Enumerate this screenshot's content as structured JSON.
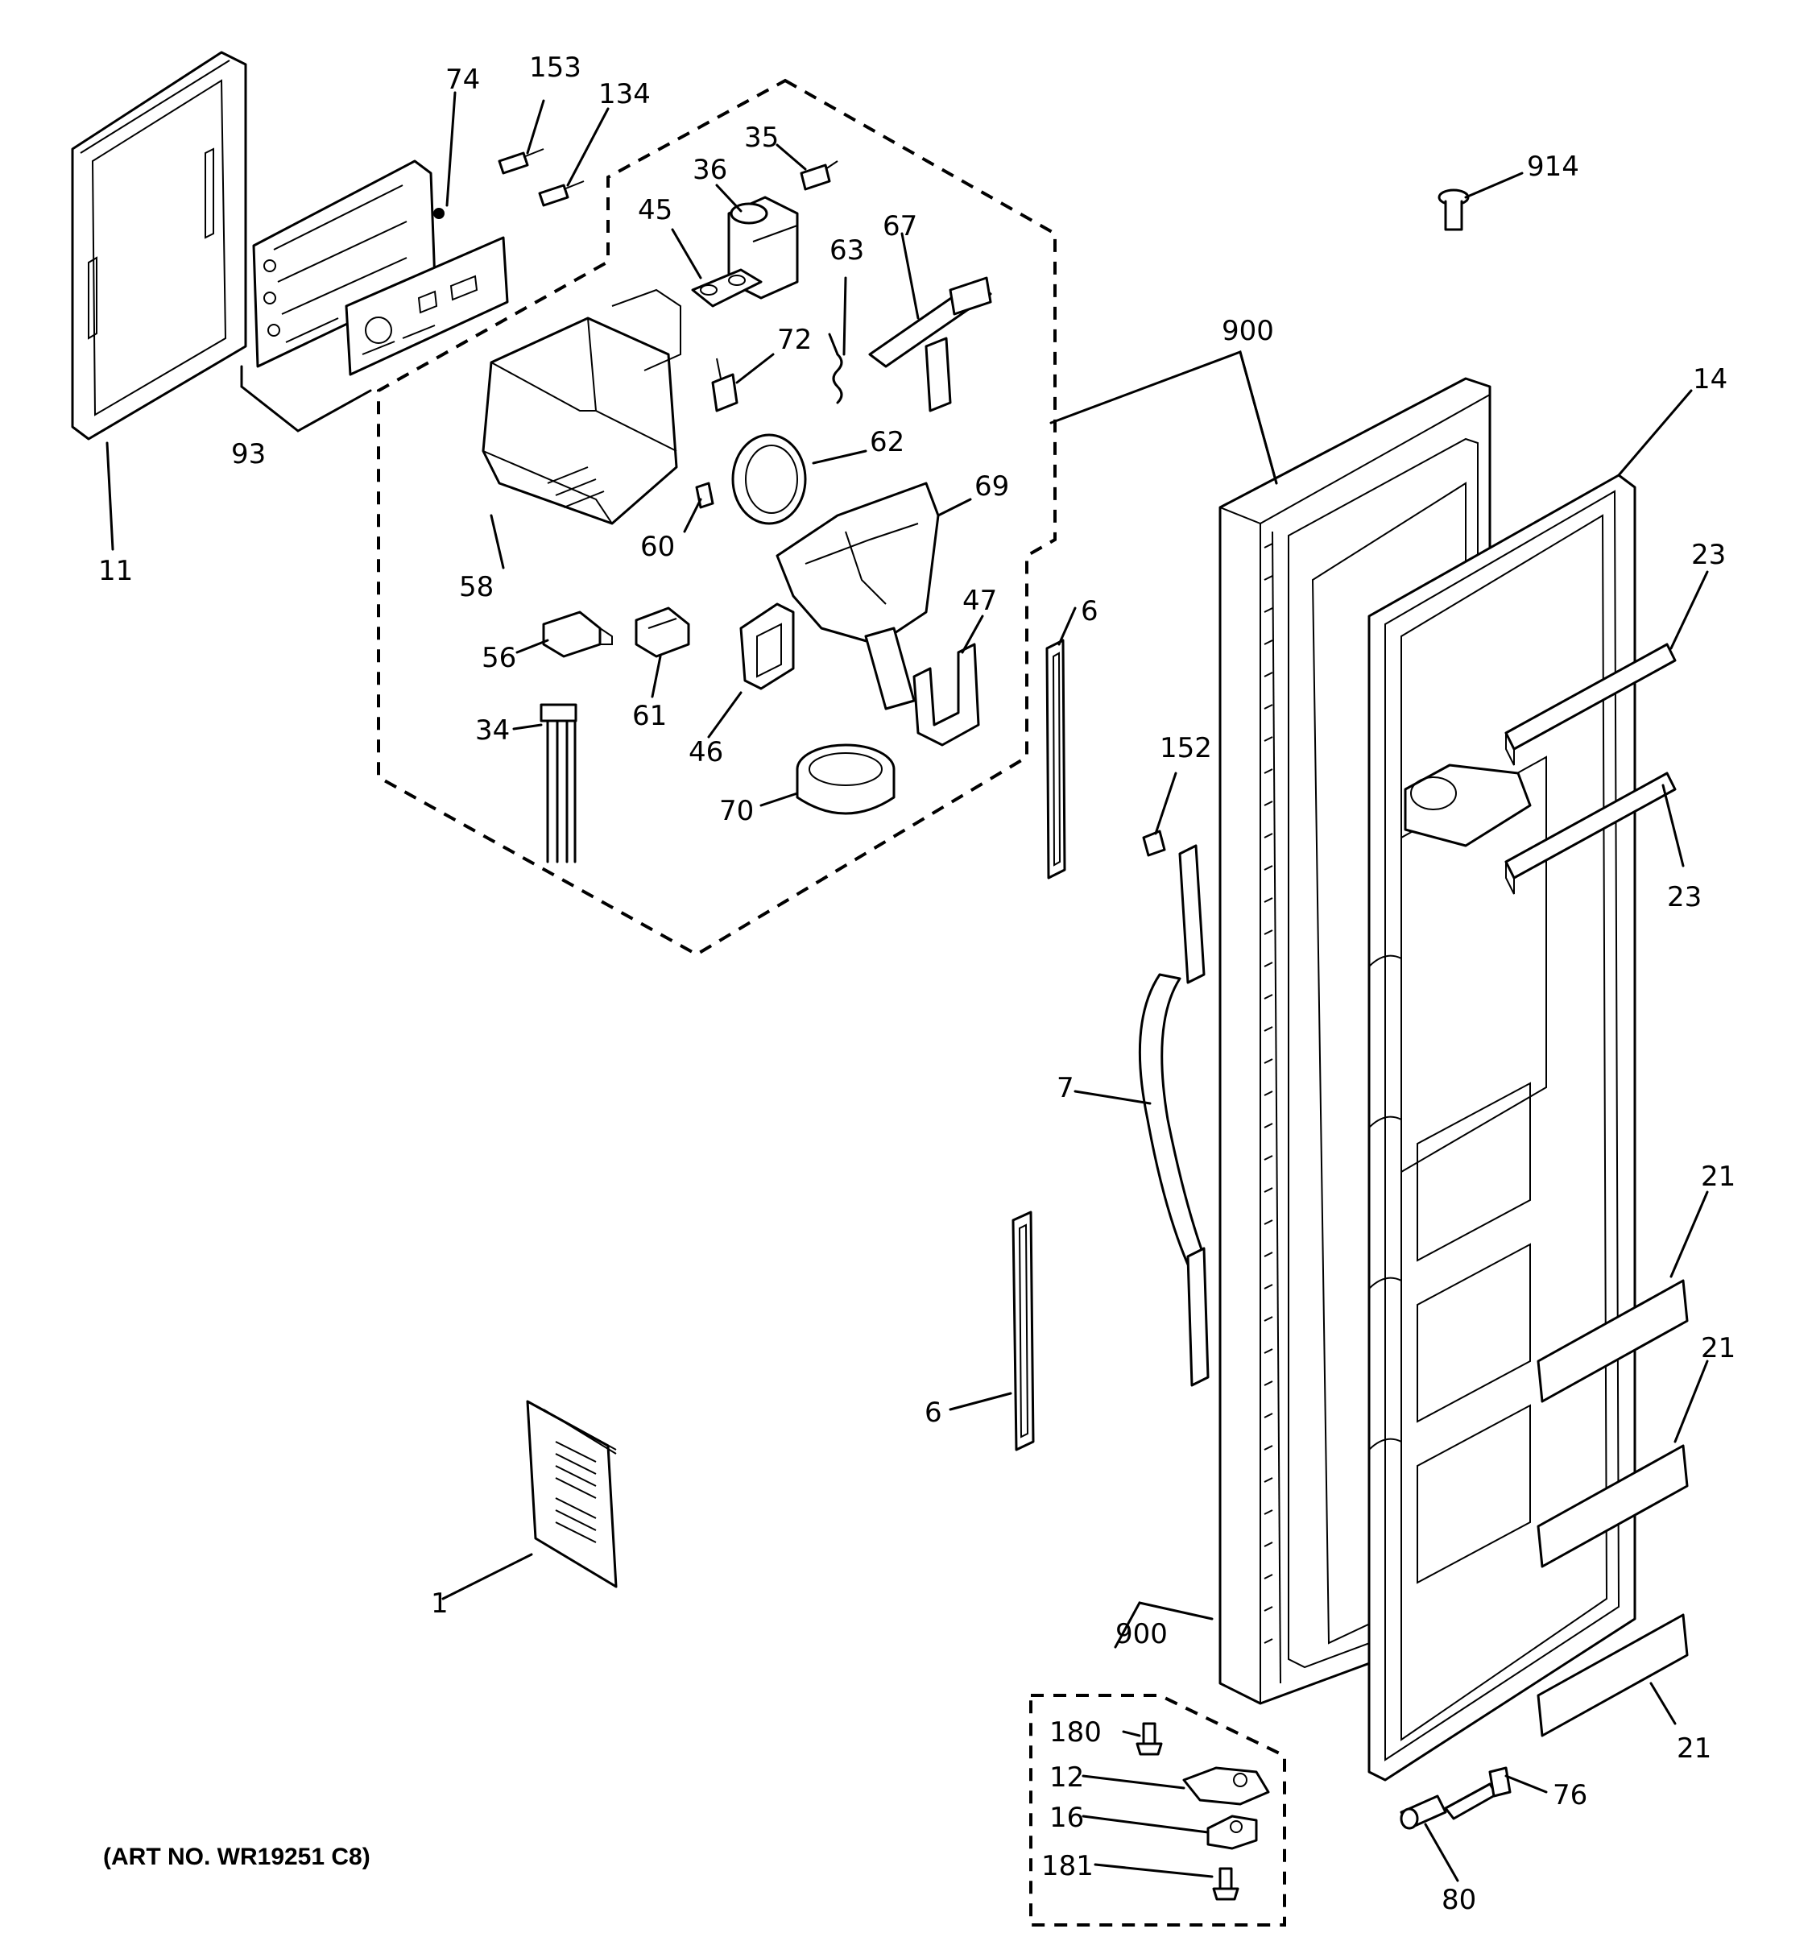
{
  "art_number": "(ART NO. WR19251 C8)",
  "callouts": {
    "p11": "11",
    "p93": "93",
    "p74": "74",
    "p153": "153",
    "p134": "134",
    "p35": "35",
    "p36": "36",
    "p45": "45",
    "p67": "67",
    "p63": "63",
    "p72": "72",
    "p62": "62",
    "p69": "69",
    "p58": "58",
    "p60": "60",
    "p56": "56",
    "p61": "61",
    "p47": "47",
    "p46": "46",
    "p34": "34",
    "p70": "70",
    "p914": "914",
    "p900_top": "900",
    "p14": "14",
    "p23_top": "23",
    "p23_bottom": "23",
    "p6_top": "6",
    "p152": "152",
    "p7": "7",
    "p6_bottom": "6",
    "p21_a": "21",
    "p21_b": "21",
    "p21_c": "21",
    "p1": "1",
    "p900_bottom": "900",
    "p180": "180",
    "p12": "12",
    "p16": "16",
    "p181": "181",
    "p76": "76",
    "p80": "80"
  },
  "colors": {
    "line": "#000000",
    "background": "#ffffff",
    "shade": "#d8d8d8"
  }
}
